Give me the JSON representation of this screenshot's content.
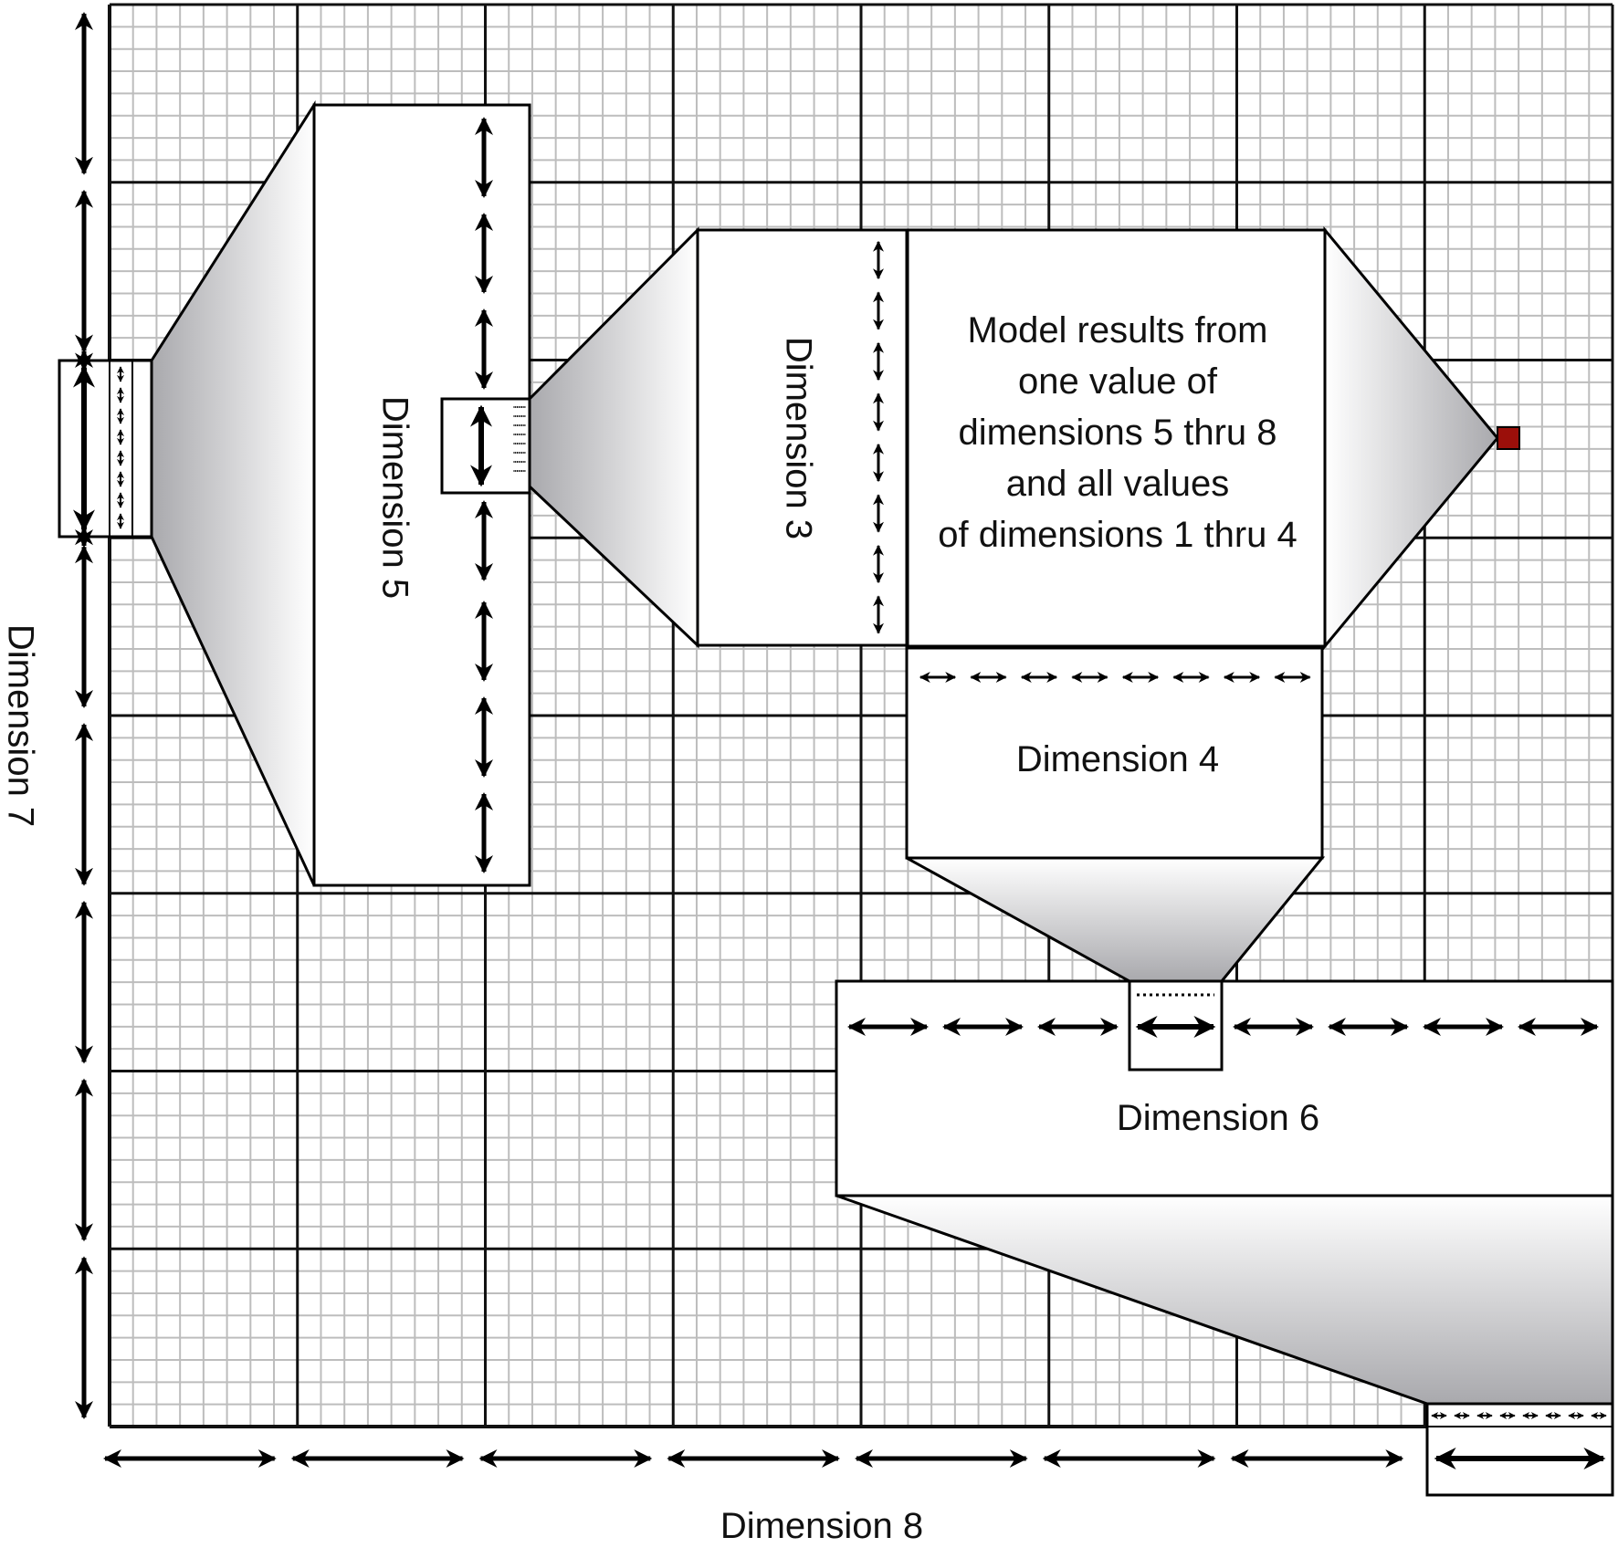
{
  "labels": {
    "dimension_3": "Dimension 3",
    "dimension_4": "Dimension 4",
    "dimension_5": "Dimension 5",
    "dimension_6": "Dimension 6",
    "dimension_7": "Dimension 7",
    "dimension_8": "Dimension 8"
  },
  "results_text": [
    "Model results from",
    "one value of",
    "dimensions 5 thru 8",
    "and all values",
    "of dimensions 1 thru 4"
  ],
  "colors": {
    "grid_fine": "#bdbdbd",
    "grid_major": "#111111",
    "funnel_light": "#ffffff",
    "funnel_dark": "#a9a9ad",
    "result_marker": "#9b0f0a"
  },
  "grid": {
    "major_columns": 8,
    "major_rows": 8,
    "minor_per_major": 8
  }
}
